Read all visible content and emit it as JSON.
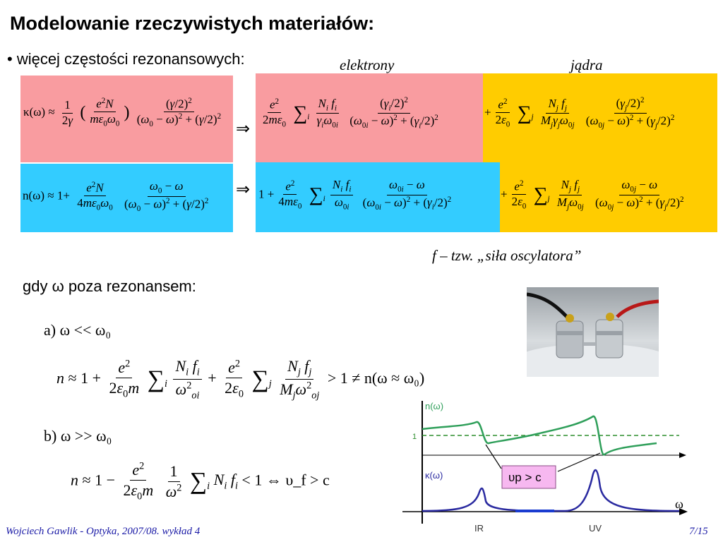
{
  "title": "Modelowanie rzeczywistych materiałów:",
  "bullet": "• więcej częstości rezonansowych:",
  "labels": {
    "electrons": "elektrony",
    "nuclei": "jądra"
  },
  "equations": {
    "kappa_lhs": "κ(ω) ≈",
    "n_lhs": "n(ω) ≈ 1+",
    "implies": "⇒"
  },
  "note": "f – tzw. „siła oscylatora”",
  "when": "gdy ω poza rezonansem:",
  "case_a": "a) ω << ω₀",
  "case_b": "b) ω >> ω₀",
  "case_a_result": "> 1 ≠ n(ω ≈ ω₀)",
  "case_b_result": "< 1 ⇔ υ_f > c",
  "graph": {
    "n_label": "n(ω)",
    "kappa_label": "κ(ω)",
    "one": "1",
    "omega": "ω",
    "ir": "IR",
    "uv": "UV",
    "badge": "υp > c",
    "colors": {
      "n_curve": "#2f9f5a",
      "kappa_curve": "#2a2aa0",
      "badge_bg": "#f7b8f0",
      "dashed": "#2f8f2f"
    }
  },
  "footer": {
    "author": "Wojciech Gawlik - Optyka, 2007/08. wykład 4",
    "page": "7/15"
  }
}
